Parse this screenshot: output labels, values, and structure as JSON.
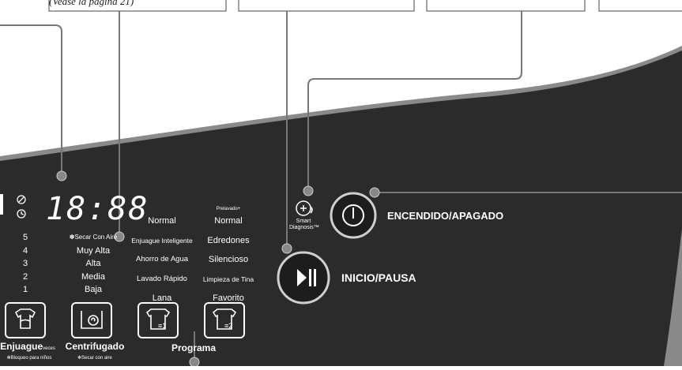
{
  "caption": "(Vease la pagina 21)",
  "display": {
    "time": "18:88"
  },
  "rinse": {
    "levels": [
      "5",
      "4",
      "3",
      "2",
      "1"
    ],
    "label": "Enjuague",
    "label_suffix": "veces",
    "sub": "✻Bloqueo para niños"
  },
  "spin": {
    "options": [
      "✽Secar Con Aire",
      "Muy Alta",
      "Alta",
      "Media",
      "Baja"
    ],
    "label": "Centrifugado",
    "sub": "✻Secar con aire"
  },
  "programs_col1": [
    "Normal",
    "Enjuague Inteligente",
    "Ahorro de Agua",
    "Lavado Rápido",
    "Lana"
  ],
  "programs_col2_prewash": "Prelavado+",
  "programs_col2": [
    "Normal",
    "Edredones",
    "Silencioso",
    "Limpieza de Tina",
    "Favorito"
  ],
  "programa_label": "Programa",
  "smart_diagnosis": {
    "line1": "Smart",
    "line2": "Diagnosis™"
  },
  "power": {
    "label": "ENCENDIDO/APAGADO"
  },
  "start": {
    "label": "INICIO/PAUSA"
  },
  "colors": {
    "panel": "#2a2a2a",
    "panel_edge": "#8a8a8a",
    "callout": "#777777",
    "text": "#ffffff"
  },
  "icons": [
    "shirt-icon",
    "spin-icon",
    "program1-icon",
    "program2-icon",
    "power-icon",
    "play-pause-icon",
    "smart-diagnosis-icon",
    "delay-icon",
    "clock-icon"
  ]
}
